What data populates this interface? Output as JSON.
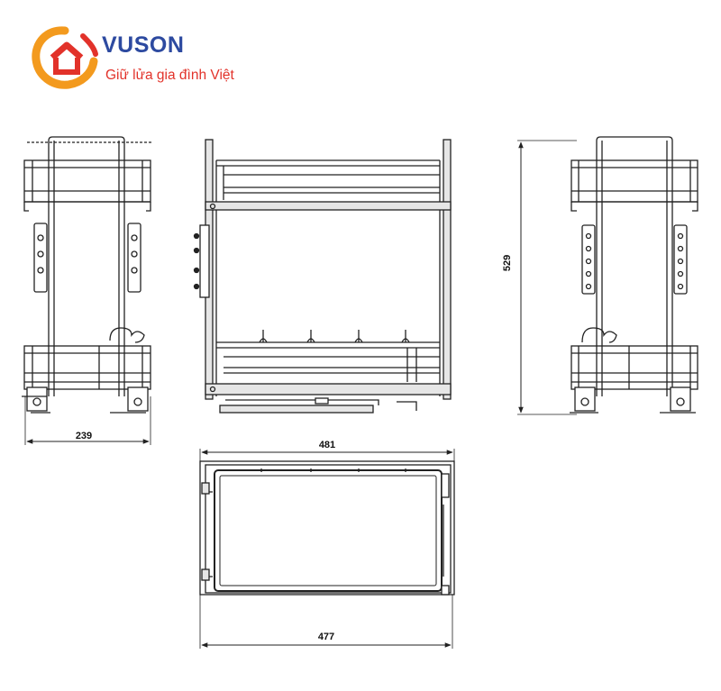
{
  "brand": {
    "name": "VUSON",
    "slogan": "Giữ lửa gia đình Việt",
    "colors": {
      "primary": "#2d4aa0",
      "accent": "#e2322a",
      "orange": "#f39a1e"
    }
  },
  "dimensions": {
    "depth_side": "239",
    "height": "529",
    "top_width": "481",
    "bottom_width": "477"
  },
  "colors": {
    "line": "#222222",
    "frame_fill": "#e6e6e6"
  }
}
